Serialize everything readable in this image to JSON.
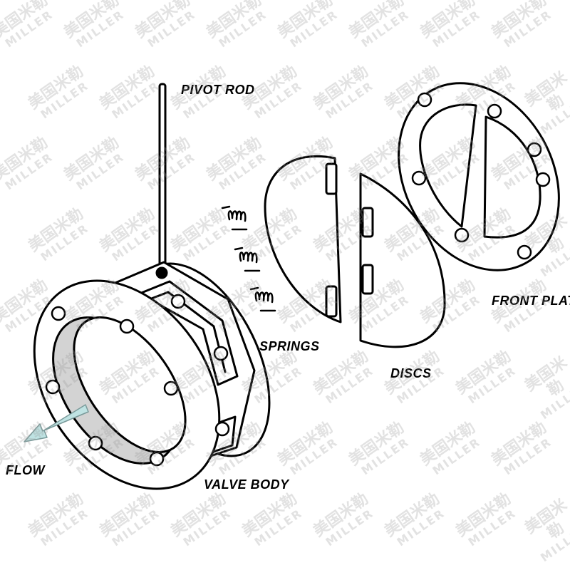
{
  "labels": {
    "pivot_rod": "PIVOT ROD",
    "front_plate": "FRONT PLATE",
    "springs": "SPRINGS",
    "discs": "DISCS",
    "flow": "FLOW",
    "valve_body": "VALVE BODY"
  },
  "watermark": {
    "cn": "美国米勒",
    "en": "MILLER"
  },
  "colors": {
    "line": "#000000",
    "bore_fill": "#d3d3d3",
    "flow_arrow": "#bfe3e3",
    "watermark": "#969696"
  }
}
